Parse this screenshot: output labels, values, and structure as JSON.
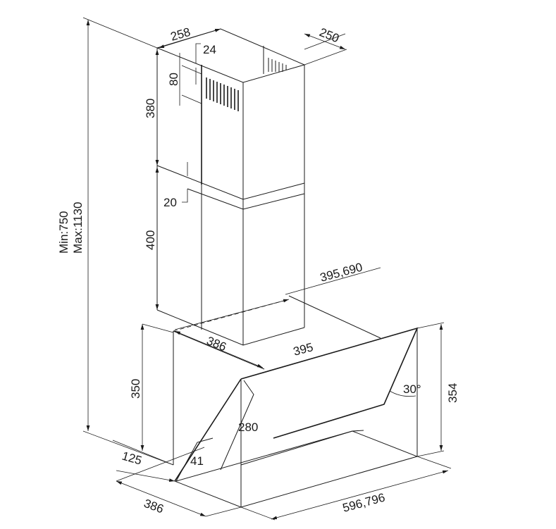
{
  "drawing": {
    "type": "cooker hood dimension drawing",
    "dimensions": {
      "height_min": "Min:750",
      "height_max": "Max:1130",
      "chimney_width": "258",
      "chimney_depth": "250",
      "vent_offset": "24",
      "vent_height": "80",
      "upper_chimney_height": "380",
      "overlap": "20",
      "lower_chimney_height": "400",
      "chimney_position": "395,690",
      "hood_depth_top": "386",
      "hood_width_top": "395",
      "back_height": "350",
      "front_height": "354",
      "angle": "30°",
      "glass_height": "280",
      "front_offset": "125",
      "lip": "41",
      "hood_depth_bottom": "386",
      "hood_width_bottom": "596,796"
    }
  }
}
